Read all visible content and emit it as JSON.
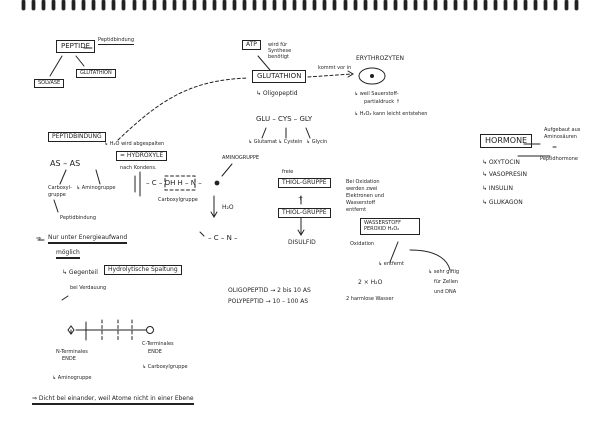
{
  "notes": {
    "peptide": {
      "title": "PEPTIDE",
      "aside": "Peptidbindung",
      "left": "SOLVASE",
      "right": "GLUTATHION"
    },
    "atp": {
      "title": "ATP",
      "note": "wird für Synthese benötigt"
    },
    "glutathion": {
      "title": "GLUTATHION",
      "arrow_note": "kommt vor in",
      "sub": "↳ Oligopeptid"
    },
    "erythrozyten": {
      "title": "ERYTHROZYTEN",
      "line1": "↳ weil Sauerstoff-",
      "line2": "partialdruck ↑",
      "line3": "↳ H₂O₂ kann leicht entstehen"
    },
    "glu": {
      "seq": "GLU – CYS – GLY",
      "a": "↳ Glutamat",
      "b": "↳ Cystein",
      "c": "↳ Glycin"
    },
    "peptidbindung": {
      "title": "PEPTIDBINDUNG",
      "note1": "↳ H₂O wird abgespalten",
      "eq": "AS – AS",
      "product": "= HYDROXYLE",
      "note2": "nach Kondens.",
      "left1": "Carboxyl-",
      "left2": "gruppe",
      "mid": "↳ Aminogruppe",
      "bond": "Peptidbindung"
    },
    "structure": {
      "amino": "AMINOGRUPPE",
      "core": "– C – OH   H – N –",
      "carboxy": "Carboxylgruppe",
      "water": "H₂O",
      "product": "– C – N –"
    },
    "thiol": {
      "frei": "freie",
      "box1": "THIOL-GRUPPE",
      "plus": "+",
      "box2": "THIOL-GRUPPE",
      "result": "DISULFID"
    },
    "bei": {
      "l1": "Bei Oxidation",
      "l2": "werden zwei",
      "l3": "Elektronen und",
      "l4": "Wasserstoff",
      "l5": "entfernt"
    },
    "wasserstoff": {
      "box": "WASSERSTOFF PEROXID H₂O₂",
      "sub": "Oxidation",
      "arrow": "↳ entfernt",
      "eq": "2 × H₂O",
      "harmless": "2 harmlose Wasser",
      "g1": "↳ sehr giftig",
      "g2": "für Zellen",
      "g3": "und DNA"
    },
    "hormone": {
      "title": "HORMONE",
      "side1": "Aufgebaut aus",
      "side2": "Aminosäuren",
      "equals": "=",
      "side3": "Peptidhormone",
      "items": [
        "↳ OXYTOCIN",
        "↳ VASOPRESIN",
        "↳ INSULIN",
        "↳ GLUKAGON"
      ]
    },
    "nur": {
      "prefix": "⇒",
      "line": "Nur unter Energieaufwand",
      "line2": "möglich",
      "sub": "↳ Gegenteil",
      "box": "Hydrolytische Spaltung",
      "sub2": "bei Verdauung"
    },
    "oligo": {
      "l1": "OLIGOPEPTID  →  2 bis 10 AS",
      "l2": "POLYPEPTID  →  10 – 100 AS"
    },
    "chain": {
      "left_label": "N-Terminales",
      "left_label2": "ENDE",
      "left_sub": "↳ Aminogruppe",
      "right_label": "C-Terminales",
      "right_label2": "ENDE",
      "right_sub": "↳ Carboxylgruppe"
    },
    "bottom": "⇒ Dicht bei einander, weil Atome nicht in einer Ebene"
  }
}
